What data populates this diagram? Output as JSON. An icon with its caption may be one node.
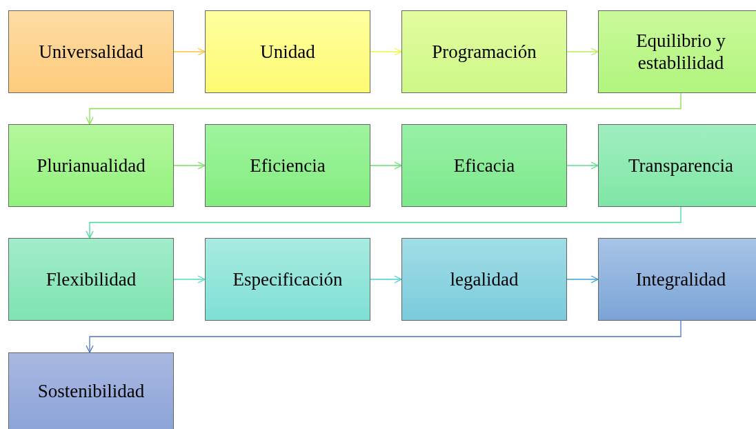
{
  "diagram": {
    "nodes": [
      {
        "text": [
          "Universalidad"
        ]
      },
      {
        "text": [
          "Unidad"
        ]
      },
      {
        "text": [
          "Programación"
        ]
      },
      {
        "text": [
          "Equilibrio y establilidad"
        ]
      },
      {
        "text": [
          "Plurianualidad"
        ]
      },
      {
        "text": [
          "Eficiencia"
        ]
      },
      {
        "text": [
          "Eficacia"
        ]
      },
      {
        "text": [
          "Transparencia"
        ]
      },
      {
        "text": [
          "Flexibilidad"
        ]
      },
      {
        "text": [
          "Especificación"
        ]
      },
      {
        "text": [
          "legalidad"
        ]
      },
      {
        "text": [
          "Integralidad"
        ]
      },
      {
        "text": [
          "Sostenibilidad"
        ]
      }
    ],
    "edges": [
      {
        "from": 0,
        "to": 1,
        "arrow": "to",
        "color": "#fcc23a"
      },
      {
        "from": 1,
        "to": 2,
        "arrow": "to",
        "color": "#f2f53a"
      },
      {
        "from": 2,
        "to": 3,
        "arrow": "to",
        "color": "#b8ef50"
      },
      {
        "from": 3,
        "to": 4,
        "arrow": "to",
        "color": "#86e24a"
      },
      {
        "from": 4,
        "to": 5,
        "arrow": "to",
        "color": "#6fe35a"
      },
      {
        "from": 5,
        "to": 6,
        "arrow": "to",
        "color": "#5ee06a"
      },
      {
        "from": 6,
        "to": 7,
        "arrow": "to",
        "color": "#52df84"
      },
      {
        "from": 7,
        "to": 8,
        "arrow": "to",
        "color": "#3ddc96"
      },
      {
        "from": 8,
        "to": 9,
        "arrow": "to",
        "color": "#4fdcc0"
      },
      {
        "from": 9,
        "to": 10,
        "arrow": "to",
        "color": "#46cfd6"
      },
      {
        "from": 10,
        "to": 11,
        "arrow": "to",
        "color": "#3a9fd8"
      },
      {
        "from": 11,
        "to": 12,
        "arrow": "to",
        "color": "#4a74c8"
      }
    ]
  }
}
